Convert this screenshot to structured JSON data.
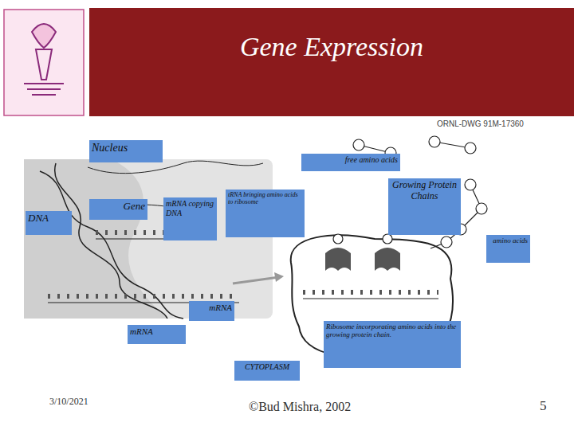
{
  "diagram": {
    "title": "Gene Expression",
    "nodes": [
      {
        "text": [
          "Nucleus"
        ]
      },
      {
        "text": [
          "free amino acids"
        ]
      },
      {
        "text": [
          "Gene"
        ]
      },
      {
        "text": [
          "mRNA copying DNA"
        ]
      },
      {
        "text": [
          "tRNA bringing amino acids to ribosome"
        ]
      },
      {
        "text": [
          "Growing Protein Chains"
        ]
      },
      {
        "text": [
          "DNA"
        ]
      },
      {
        "text": [
          "amino acids"
        ]
      },
      {
        "text": [
          "mRNA"
        ]
      },
      {
        "text": [
          "mRNA"
        ]
      },
      {
        "text": [
          "Ribosome incorporating amino acids into the growing protein chain."
        ]
      },
      {
        "text": [
          "CYTOPLASM"
        ]
      }
    ],
    "labels": [
      "ORNL-DWG 91M-17360",
      "3/10/2021",
      "©Bud Mishra, 2002",
      "5"
    ]
  }
}
